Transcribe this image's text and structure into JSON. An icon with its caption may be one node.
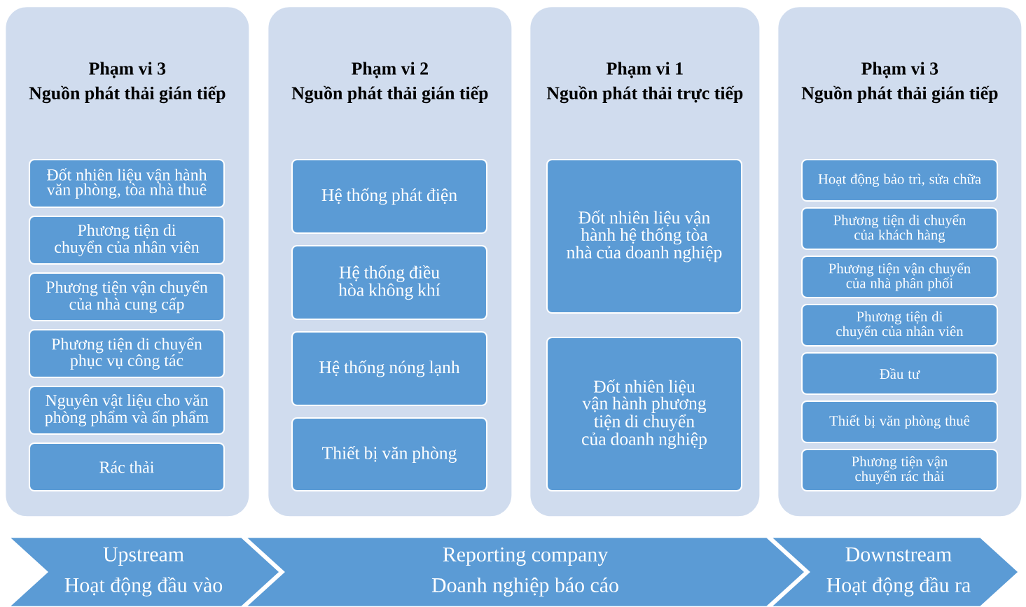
{
  "diagram": {
    "nodes": [
      {
        "text": [
          "Phạm vi 3",
          "Nguồn phát thải gián tiếp"
        ]
      },
      {
        "text": [
          "Đốt nhiên liệu vận hành văn phòng, tòa nhà thuê"
        ],
        "in": 0
      },
      {
        "text": [
          "Phương tiện di chuyển của nhân viên"
        ],
        "in": 0
      },
      {
        "text": [
          "Phương tiện vận chuyển của nhà cung cấp"
        ],
        "in": 0
      },
      {
        "text": [
          "Phương tiện di chuyển phục vụ công tác"
        ],
        "in": 0
      },
      {
        "text": [
          "Nguyên vật liệu cho văn phòng phẩm và ấn phẩm"
        ],
        "in": 0
      },
      {
        "text": [
          "Rác thải"
        ],
        "in": 0
      },
      {
        "text": [
          "Phạm vi 2",
          "Nguồn phát thải gián tiếp"
        ]
      },
      {
        "text": [
          "Hệ thống phát điện"
        ],
        "in": 7
      },
      {
        "text": [
          "Hệ thống điều hòa không khí"
        ],
        "in": 7
      },
      {
        "text": [
          "Hệ thống nóng lạnh"
        ],
        "in": 7
      },
      {
        "text": [
          "Thiết bị văn phòng"
        ],
        "in": 7
      },
      {
        "text": [
          "Phạm vi 1",
          "Nguồn phát thải trực tiếp"
        ]
      },
      {
        "text": [
          "Đốt nhiên liệu vận hành hệ thống tòa nhà của doanh nghiệp"
        ],
        "in": 12
      },
      {
        "text": [
          "Đốt nhiên liệu vận hành phương tiện di chuyển của doanh nghiệp"
        ],
        "in": 12
      },
      {
        "text": [
          "Phạm vi 3",
          "Nguồn phát thải gián tiếp"
        ]
      },
      {
        "text": [
          "Hoạt động bảo trì, sửa chữa"
        ],
        "in": 15
      },
      {
        "text": [
          "Phương tiện di chuyển của khách hàng"
        ],
        "in": 15
      },
      {
        "text": [
          "Phương tiện vận chuyển của nhà phân phối"
        ],
        "in": 15
      },
      {
        "text": [
          "Phương tiện di chuyển của nhân viên"
        ],
        "in": 15
      },
      {
        "text": [
          "Đầu tư"
        ],
        "in": 15
      },
      {
        "text": [
          "Thiết bị văn phòng thuê"
        ],
        "in": 15
      },
      {
        "text": [
          "Phương tiện vận chuyển rác thải"
        ],
        "in": 15
      },
      {
        "text": [
          "Upstream",
          "Hoạt động đầu vào"
        ]
      },
      {
        "text": [
          "Reporting company",
          "Doanh nghiệp báo cáo"
        ]
      },
      {
        "text": [
          "Downstream",
          "Hoạt động đầu ra"
        ]
      }
    ]
  }
}
